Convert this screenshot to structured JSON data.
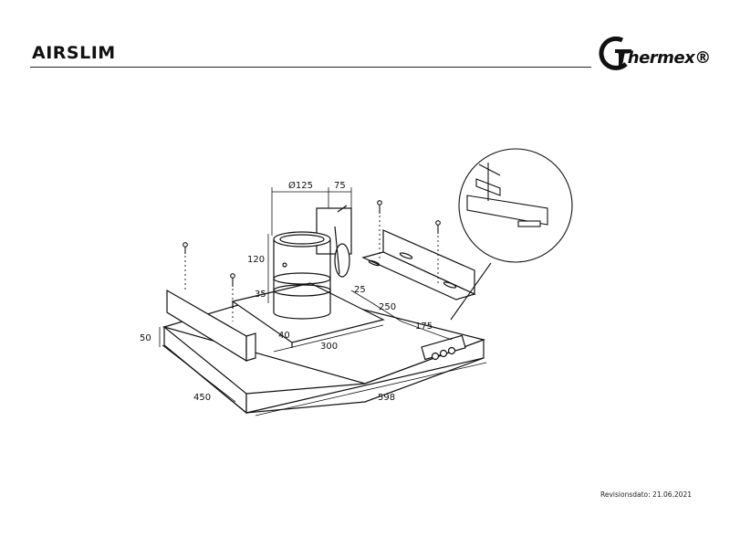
{
  "header": {
    "title": "AIRSLIM",
    "brand": "Thermex®"
  },
  "dimensions": {
    "diameter": "Ø125",
    "offset": "75",
    "height": "120",
    "collar": "35",
    "duct_height": "40",
    "duct_width": "300",
    "front_offset": "25",
    "side_offset": "250",
    "depth_offset": "175",
    "thickness": "50",
    "depth": "450",
    "width": "598"
  },
  "footer": {
    "revision": "Revisionsdato: 21.06.2021"
  }
}
